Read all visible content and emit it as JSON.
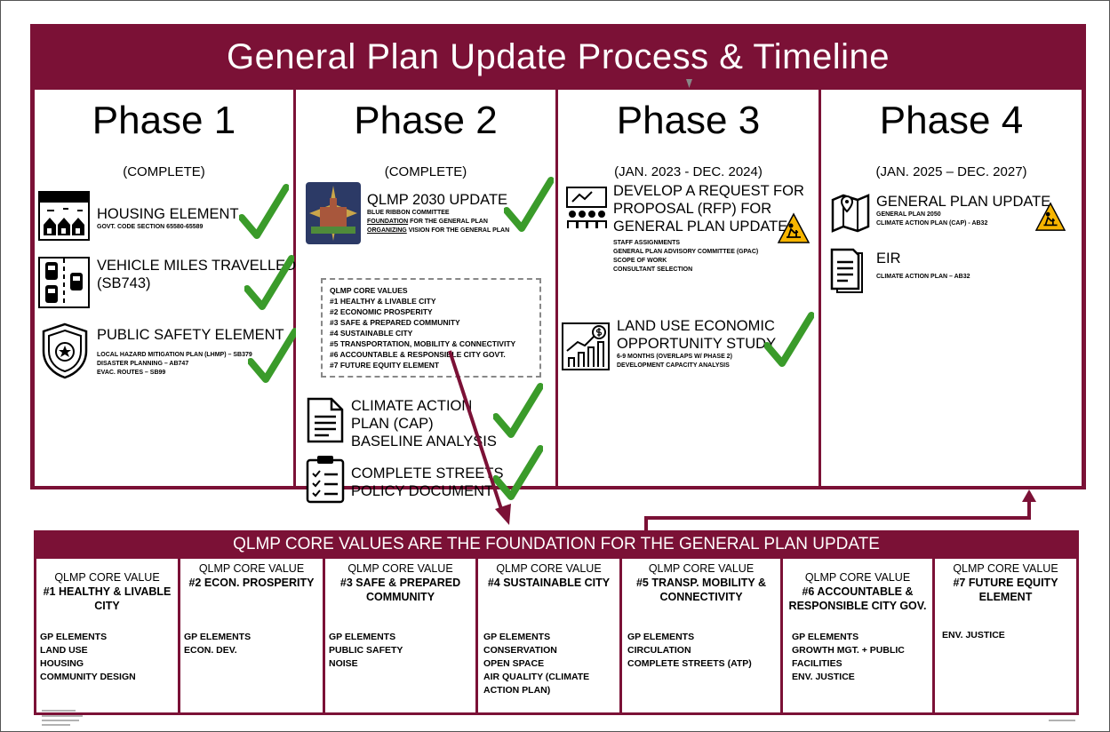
{
  "title": "General Plan Update Process & Timeline",
  "colors": {
    "maroon": "#7b1136",
    "check_green": "#3a9b2a",
    "warning_yellow": "#f7b500"
  },
  "phases": [
    {
      "title": "Phase 1",
      "status": "(COMPLETE)",
      "items": [
        {
          "icon": "houses-icon",
          "title": "HOUSING ELEMENT",
          "sub": [
            "GOVT. CODE SECTION 65580-65589"
          ],
          "checked": true
        },
        {
          "icon": "traffic-icon",
          "title": [
            "VEHICLE MILES TRAVELLED",
            "(SB743)"
          ],
          "checked": true
        },
        {
          "icon": "police-badge-icon",
          "title": "PUBLIC SAFETY ELEMENT",
          "sub": [
            "LOCAL HAZARD MITIGATION PLAN (LHMP) – SB379",
            "DISASTER PLANNING – AB747",
            "EVAC. ROUTES – SB99"
          ],
          "checked": true
        }
      ]
    },
    {
      "title": "Phase 2",
      "status": "(COMPLETE)",
      "items": [
        {
          "icon": "qlmp-logo-icon",
          "title": "QLMP 2030 UPDATE",
          "sub": [
            "BLUE RIBBON COMMITTEE",
            "FOR THE GENERAL PLAN",
            "VISION FOR THE GENERAL PLAN"
          ],
          "sub_underlined": [
            "FOUNDATION",
            "ORGANIZING"
          ],
          "checked": true
        },
        {
          "icon": "document-icon",
          "title": [
            "CLIMATE ACTION",
            "PLAN (CAP)",
            "BASELINE ANALYSIS"
          ],
          "checked": true
        },
        {
          "icon": "clipboard-checklist-icon",
          "title": [
            "COMPLETE STREETS",
            "POLICY DOCUMENT"
          ],
          "checked": true
        }
      ],
      "core_values_box": {
        "heading": "QLMP CORE VALUES",
        "values": [
          "#1 HEALTHY & LIVABLE CITY",
          "#2 ECONOMIC PROSPERITY",
          "#3 SAFE & PREPARED COMMUNITY",
          "#4 SUSTAINABLE CITY",
          "#5 TRANSPORTATION, MOBILITY & CONNECTIVITY",
          "#6 ACCOUNTABLE & RESPONSIBLE CITY GOVT.",
          "#7 FUTURE EQUITY ELEMENT"
        ]
      }
    },
    {
      "title": "Phase 3",
      "status": "(JAN. 2023 - DEC. 2024)",
      "items": [
        {
          "icon": "presentation-meeting-icon",
          "title": [
            "DEVELOP A REQUEST FOR",
            "PROPOSAL (RFP) FOR",
            "GENERAL PLAN UPDATE"
          ],
          "sub": [
            "STAFF ASSIGNMENTS",
            "GENERAL PLAN ADVISORY COMMITTEE (GPAC)",
            "SCOPE OF WORK",
            "CONSULTANT SELECTION"
          ],
          "in_progress": true
        },
        {
          "icon": "growth-chart-icon",
          "title": [
            "LAND USE ECONOMIC",
            "OPPORTUNITY STUDY"
          ],
          "sub": [
            "6-9 MONTHS (OVERLAPS W/ PHASE 2)",
            "DEVELOPMENT CAPACITY ANALYSIS"
          ],
          "checked": true
        }
      ]
    },
    {
      "title": "Phase 4",
      "status": "(JAN. 2025 – DEC. 2027)",
      "items": [
        {
          "icon": "map-pin-icon",
          "title": "GENERAL PLAN UPDATE",
          "sub": [
            "GENERAL PLAN 2050",
            "CLIMATE ACTION PLAN (CAP) - AB32"
          ],
          "in_progress": true
        },
        {
          "icon": "report-icon",
          "title": "EIR",
          "sub": [
            "CLIMATE ACTION PLAN – AB32"
          ]
        }
      ]
    }
  ],
  "foundation_banner": "QLMP CORE VALUES ARE THE FOUNDATION FOR THE GENERAL PLAN UPDATE",
  "core_values": [
    {
      "kicker": "QLMP CORE VALUE",
      "head": [
        "#1 HEALTHY & LIVABLE CITY"
      ],
      "list": [
        "GP ELEMENTS",
        "LAND USE",
        "HOUSING",
        "COMMUNITY DESIGN"
      ]
    },
    {
      "kicker": "QLMP CORE VALUE",
      "head": [
        "#2 ECON. PROSPERITY"
      ],
      "list": [
        "GP ELEMENTS",
        "ECON. DEV."
      ]
    },
    {
      "kicker": "QLMP CORE VALUE",
      "head": [
        "#3 SAFE & PREPARED",
        "COMMUNITY"
      ],
      "list": [
        "GP ELEMENTS",
        "PUBLIC SAFETY",
        "NOISE"
      ]
    },
    {
      "kicker": "QLMP CORE VALUE",
      "head": [
        "#4 SUSTAINABLE CITY"
      ],
      "list": [
        "GP ELEMENTS",
        "CONSERVATION",
        "OPEN SPACE",
        "AIR QUALITY (CLIMATE",
        "ACTION PLAN)"
      ]
    },
    {
      "kicker": "QLMP CORE VALUE",
      "head": [
        "#5 TRANSP. MOBILITY &",
        "CONNECTIVITY"
      ],
      "list": [
        "GP ELEMENTS",
        "CIRCULATION",
        "COMPLETE STREETS (ATP)"
      ]
    },
    {
      "kicker": "QLMP CORE VALUE",
      "head": [
        "#6 ACCOUNTABLE &",
        "RESPONSIBLE CITY GOV."
      ],
      "list": [
        "GP ELEMENTS",
        "GROWTH MGT. + PUBLIC",
        "FACILITIES",
        "ENV. JUSTICE"
      ]
    },
    {
      "kicker": "QLMP CORE VALUE",
      "head": [
        "#7 FUTURE EQUITY",
        "ELEMENT"
      ],
      "list": [
        "ENV. JUSTICE"
      ]
    }
  ]
}
